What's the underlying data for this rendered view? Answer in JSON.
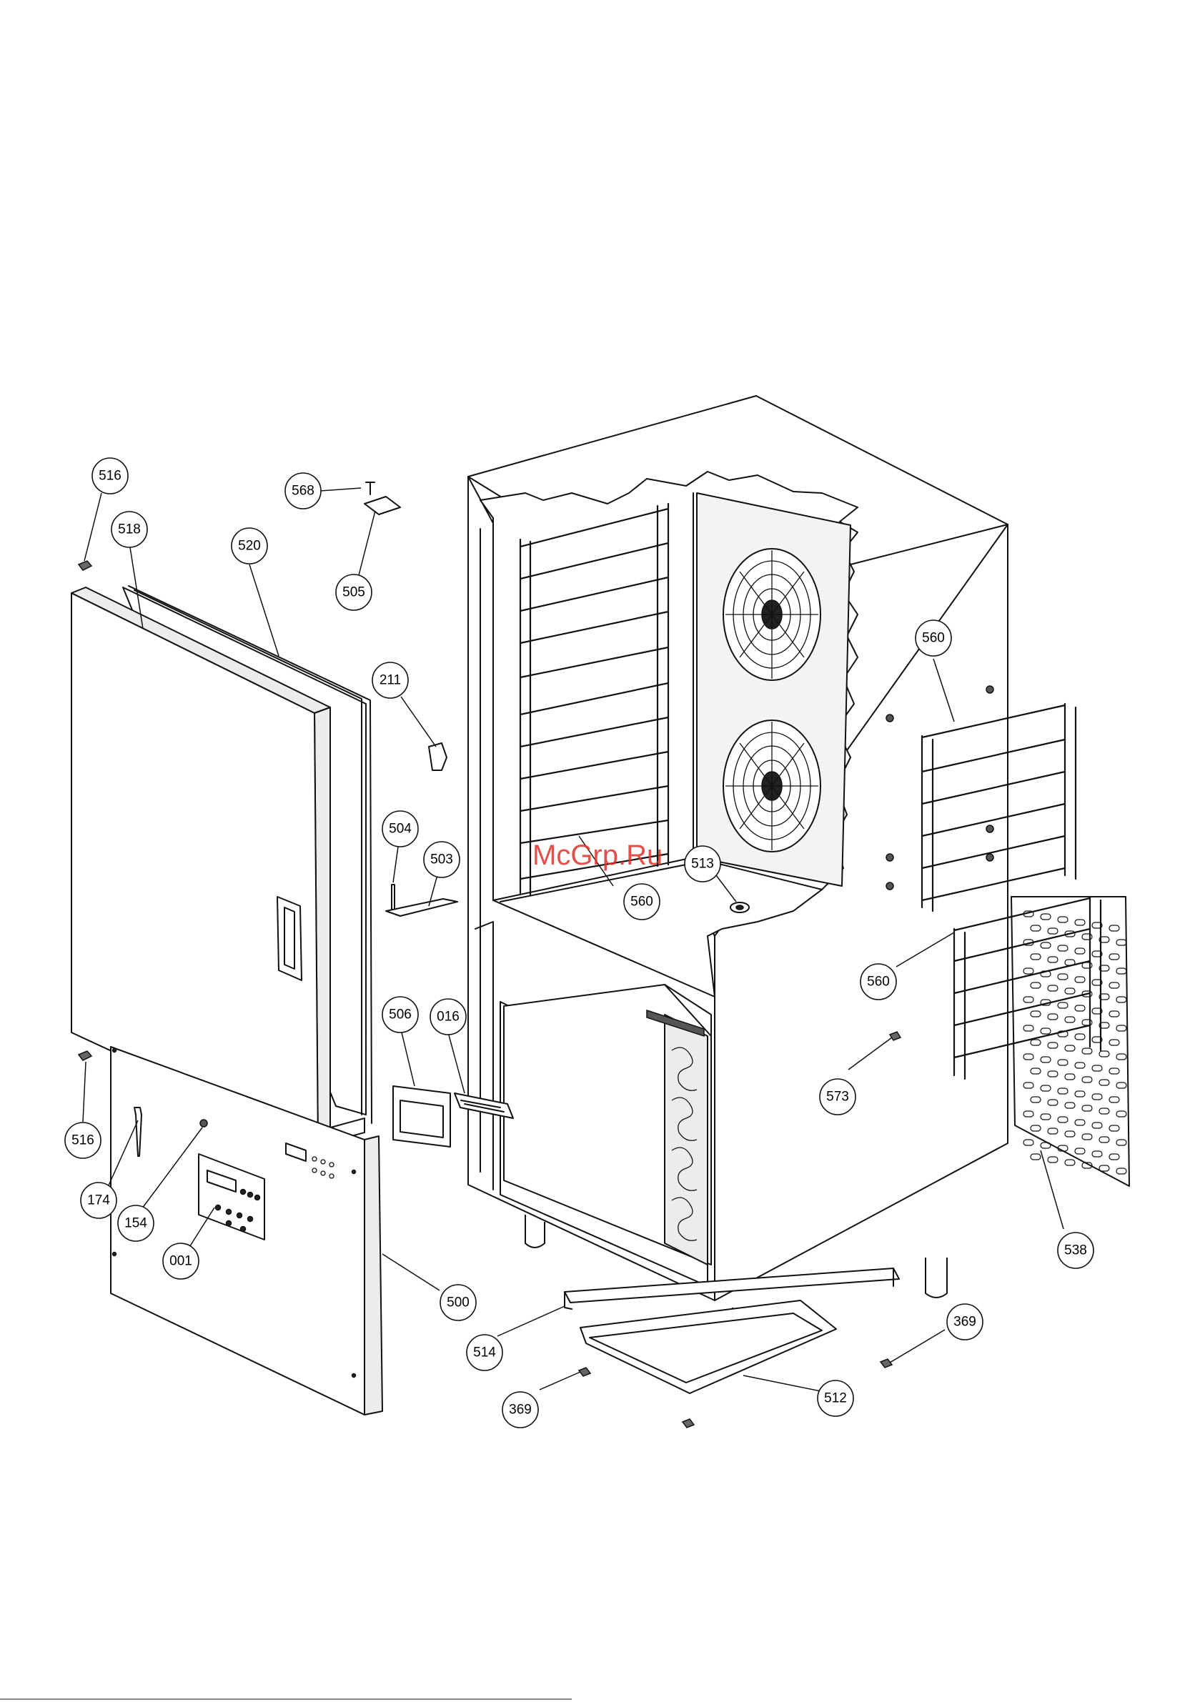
{
  "watermark": "McGrp.Ru",
  "callouts": [
    {
      "id": "c516a",
      "label": "516"
    },
    {
      "id": "c518",
      "label": "518"
    },
    {
      "id": "c520",
      "label": "520"
    },
    {
      "id": "c568",
      "label": "568"
    },
    {
      "id": "c505",
      "label": "505"
    },
    {
      "id": "c211",
      "label": "211"
    },
    {
      "id": "c504",
      "label": "504"
    },
    {
      "id": "c503",
      "label": "503"
    },
    {
      "id": "c506",
      "label": "506"
    },
    {
      "id": "c016",
      "label": "016"
    },
    {
      "id": "c516b",
      "label": "516"
    },
    {
      "id": "c174",
      "label": "174"
    },
    {
      "id": "c154",
      "label": "154"
    },
    {
      "id": "c001",
      "label": "001"
    },
    {
      "id": "c500",
      "label": "500"
    },
    {
      "id": "c514",
      "label": "514"
    },
    {
      "id": "c369a",
      "label": "369"
    },
    {
      "id": "c512",
      "label": "512"
    },
    {
      "id": "c369b",
      "label": "369"
    },
    {
      "id": "c538",
      "label": "538"
    },
    {
      "id": "c573",
      "label": "573"
    },
    {
      "id": "c560a",
      "label": "560"
    },
    {
      "id": "c560b",
      "label": "560"
    },
    {
      "id": "c560c",
      "label": "560"
    },
    {
      "id": "c513",
      "label": "513"
    }
  ]
}
